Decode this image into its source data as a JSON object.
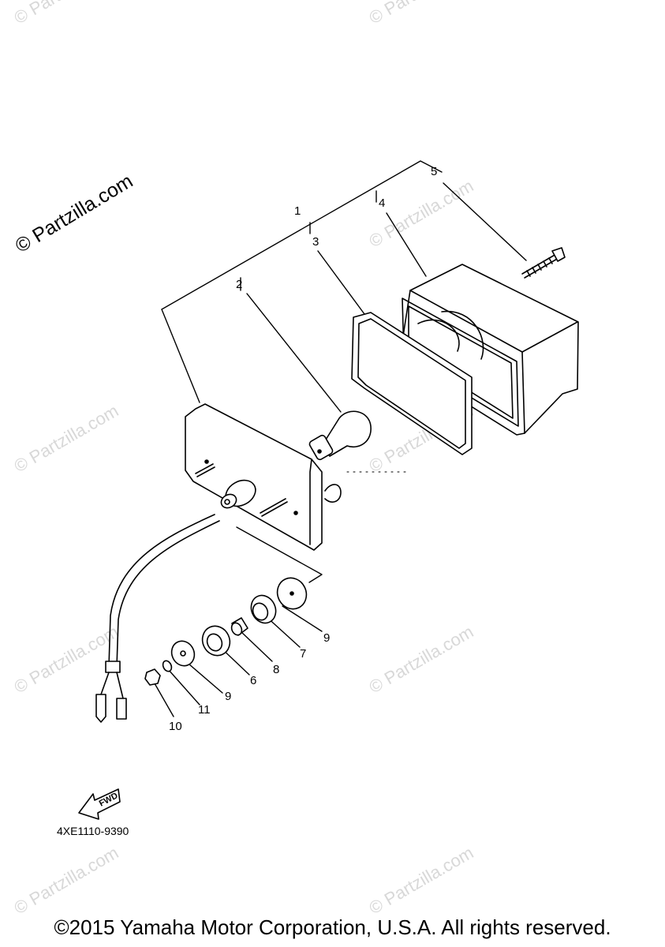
{
  "watermark": {
    "main": "© Partzilla.com",
    "repeat": "© Partzilla.com"
  },
  "callouts": [
    "1",
    "2",
    "3",
    "4",
    "5",
    "6",
    "7",
    "8",
    "9",
    "9",
    "10",
    "11"
  ],
  "fwd_label": "FWD",
  "part_number": "4XE1110-9390",
  "copyright": "©2015 Yamaha Motor Corporation, U.S.A. All rights reserved."
}
